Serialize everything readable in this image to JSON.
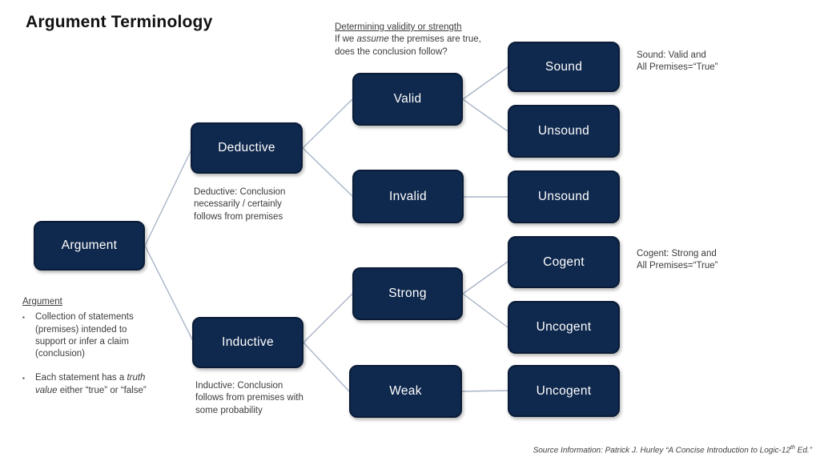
{
  "title": "Argument Terminology",
  "colors": {
    "box_fill": "#0f284d",
    "box_border": "#0a1c38",
    "box_text": "#ffffff",
    "connector": "#a9b6c7",
    "note_text": "#3c3c3c"
  },
  "nodes": {
    "argument": {
      "label": "Argument"
    },
    "deductive": {
      "label": "Deductive"
    },
    "inductive": {
      "label": "Inductive"
    },
    "valid": {
      "label": "Valid"
    },
    "invalid": {
      "label": "Invalid"
    },
    "strong": {
      "label": "Strong"
    },
    "weak": {
      "label": "Weak"
    },
    "sound": {
      "label": "Sound"
    },
    "unsound_from_valid": {
      "label": "Unsound"
    },
    "unsound_from_invalid": {
      "label": "Unsound"
    },
    "cogent": {
      "label": "Cogent"
    },
    "uncogent_from_strong": {
      "label": "Uncogent"
    },
    "uncogent_from_weak": {
      "label": "Uncogent"
    }
  },
  "annotations": {
    "validity": {
      "heading": "Determining validity or strength",
      "line1_pre": "If we ",
      "line1_italic": "assume",
      "line1_post": " the premises are true,",
      "line2": "does the conclusion follow?"
    },
    "sound_note": {
      "line1": "Sound:  Valid and",
      "line2": "All Premises=“True”"
    },
    "cogent_note": {
      "line1": "Cogent: Strong and",
      "line2": "All Premises=“True”"
    },
    "deductive_note": "Deductive: Conclusion necessarily / certainly follows from premises",
    "inductive_note": "Inductive: Conclusion follows from premises with some probability",
    "argument_note": {
      "heading": "Argument",
      "bullet1": "Collection of statements (premises) intended to support or infer a claim (conclusion)",
      "bullet2_pre": "Each statement has a ",
      "bullet2_italic": "truth value",
      "bullet2_post": " either “true” or “false”"
    },
    "source": {
      "pre": "Source Information:  Patrick J. Hurley “A Concise Introduction to Logic-12",
      "sup": "th",
      "post": " Ed.”"
    }
  }
}
